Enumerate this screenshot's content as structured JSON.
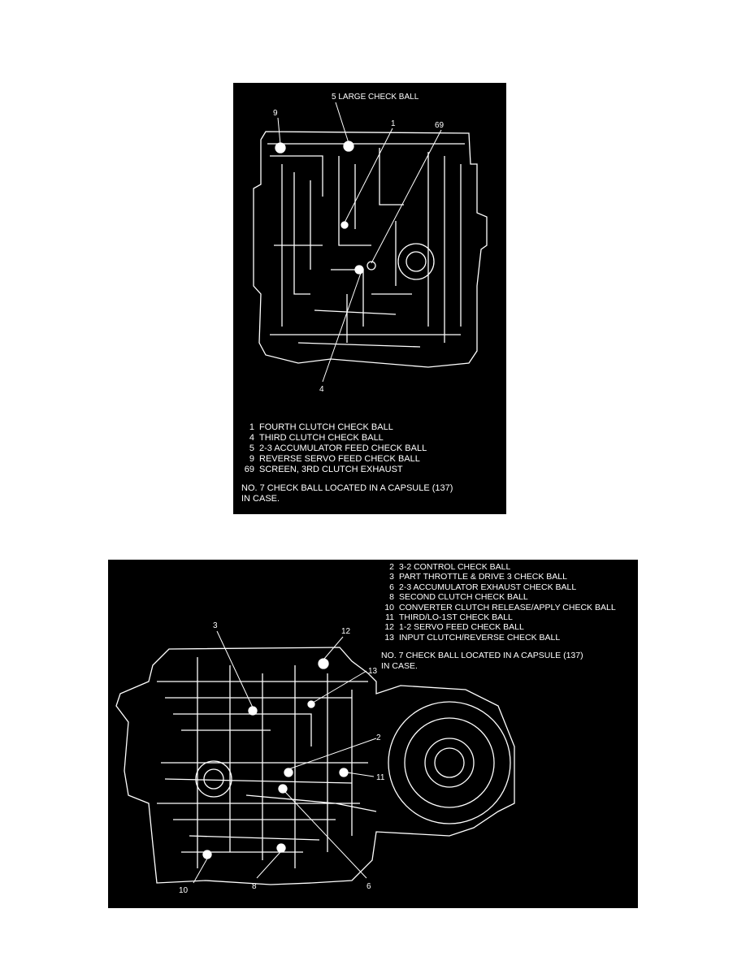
{
  "figure1": {
    "callouts": {
      "top": "5 LARGE CHECK BALL",
      "c9": "9",
      "c1": "1",
      "c69": "69",
      "c4": "4"
    },
    "legend": [
      {
        "num": "1",
        "text": "FOURTH CLUTCH CHECK BALL"
      },
      {
        "num": "4",
        "text": "THIRD CLUTCH CHECK BALL"
      },
      {
        "num": "5",
        "text": "2-3 ACCUMULATOR FEED CHECK BALL"
      },
      {
        "num": "9",
        "text": "REVERSE SERVO FEED CHECK BALL"
      },
      {
        "num": "69",
        "text": "SCREEN, 3RD CLUTCH EXHAUST"
      }
    ],
    "note_line1": "NO. 7 CHECK BALL LOCATED IN A CAPSULE (137)",
    "note_line2": "IN CASE."
  },
  "figure2": {
    "callouts": {
      "c3": "3",
      "c12": "12",
      "c13": "13",
      "c2": "2",
      "c11": "11",
      "c10": "10",
      "c8": "8",
      "c6": "6"
    },
    "legend": [
      {
        "num": "2",
        "text": "3-2 CONTROL CHECK BALL"
      },
      {
        "num": "3",
        "text": "PART THROTTLE & DRIVE 3 CHECK BALL"
      },
      {
        "num": "6",
        "text": "2-3 ACCUMULATOR EXHAUST CHECK BALL"
      },
      {
        "num": "8",
        "text": "SECOND CLUTCH CHECK BALL"
      },
      {
        "num": "10",
        "text": "CONVERTER CLUTCH RELEASE/APPLY CHECK BALL"
      },
      {
        "num": "11",
        "text": "THIRD/LO-1ST CHECK BALL"
      },
      {
        "num": "12",
        "text": "1-2 SERVO FEED CHECK BALL"
      },
      {
        "num": "13",
        "text": "INPUT CLUTCH/REVERSE CHECK BALL"
      }
    ],
    "note_line1": "NO. 7 CHECK BALL LOCATED IN A CAPSULE (137)",
    "note_line2": "IN CASE."
  }
}
